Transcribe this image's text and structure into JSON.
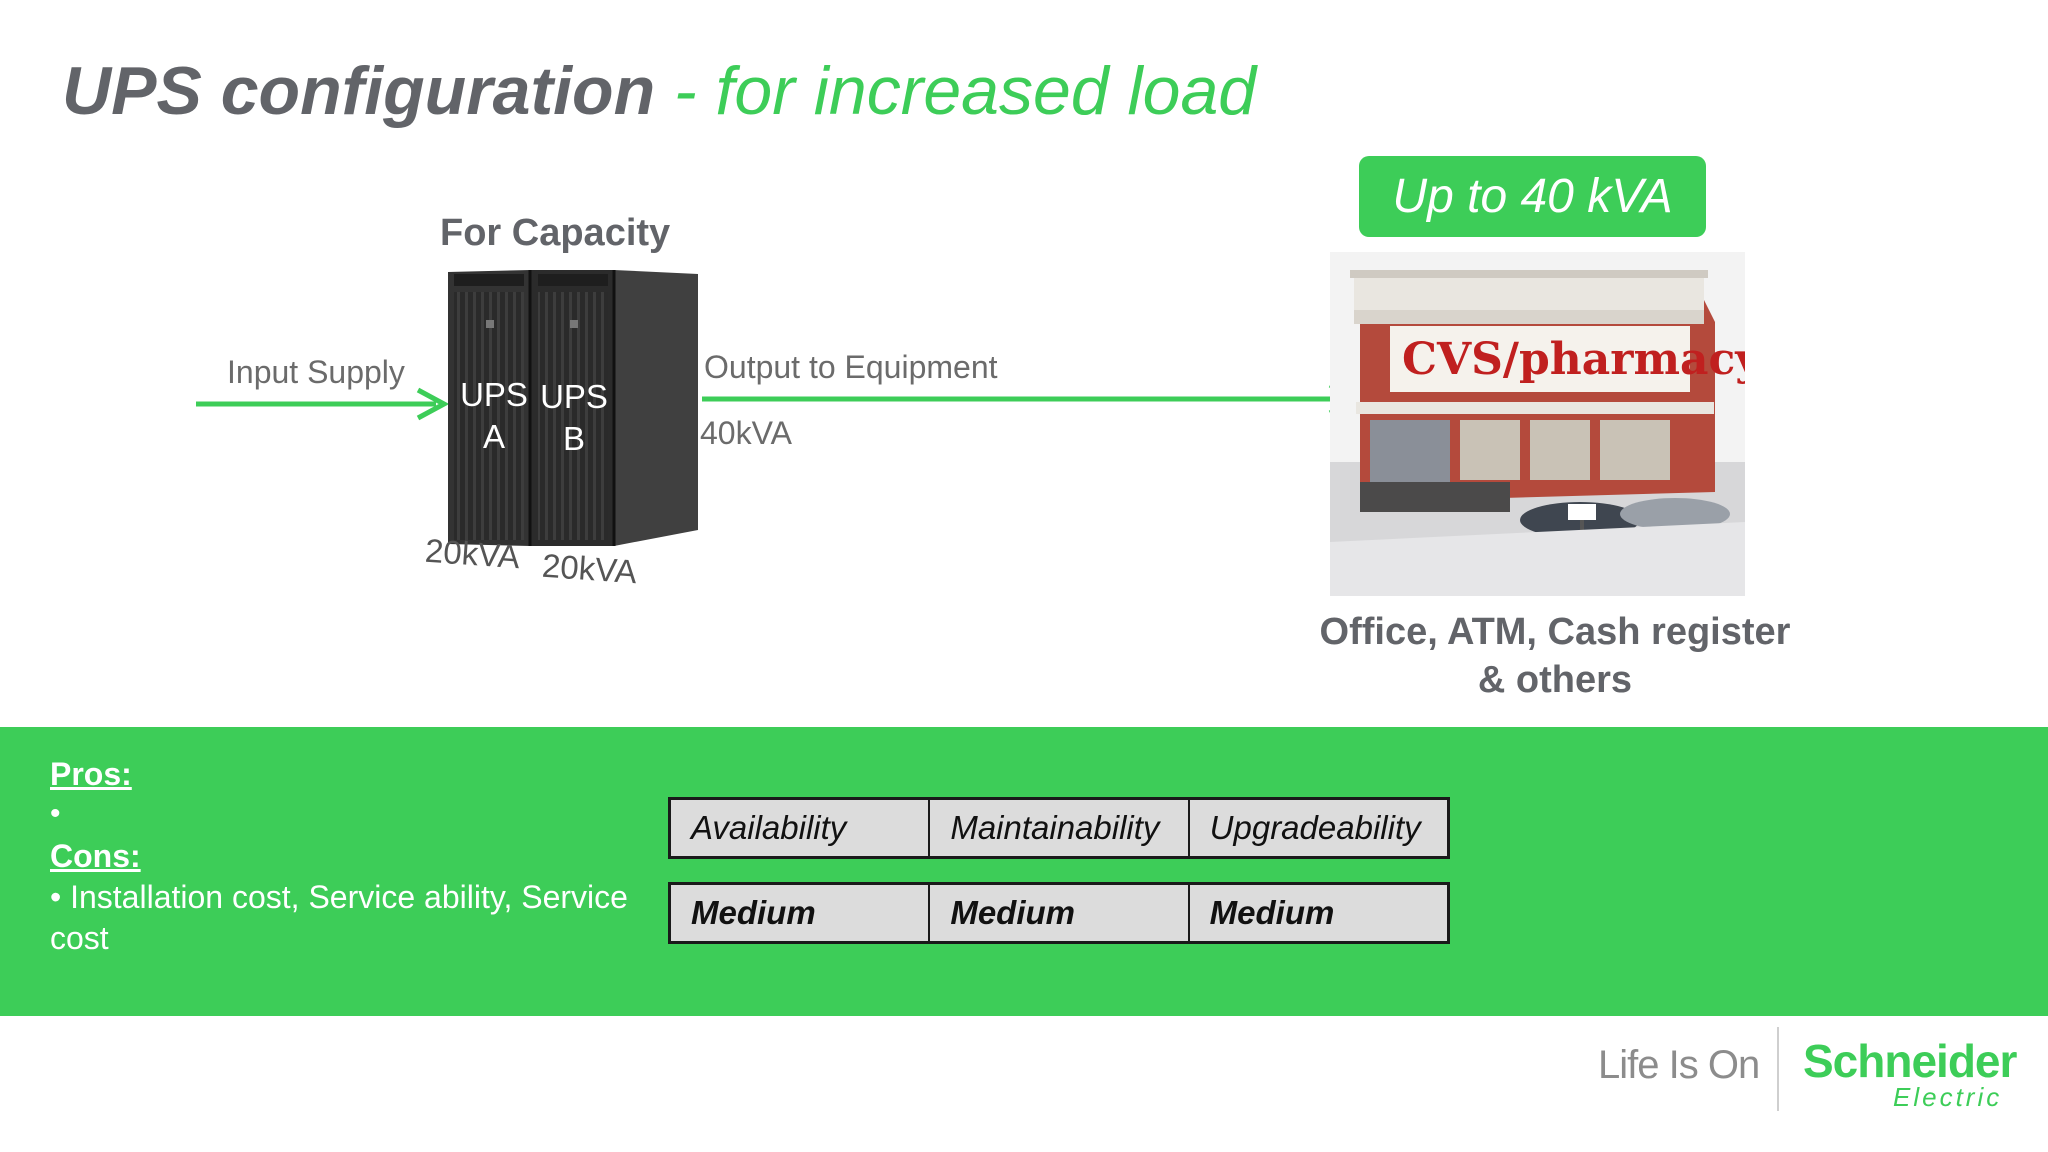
{
  "title": {
    "main": "UPS configuration",
    "sub": " - for increased load"
  },
  "diagram": {
    "for_capacity": "For Capacity",
    "input_supply": "Input Supply",
    "output_to_equipment": "Output to Equipment",
    "output_kva": "40kVA",
    "ups_a_line1": "UPS",
    "ups_a_line2": "A",
    "ups_b_line1": "UPS",
    "ups_b_line2": "B",
    "ups_a_rating": "20kVA",
    "ups_b_rating": "20kVA",
    "capacity_badge": "Up to 40 kVA",
    "store_sign": "CVS/pharmacy",
    "load_line1": "Office, ATM, Cash register",
    "load_line2": "& others"
  },
  "summary": {
    "pros_heading": "Pros:",
    "pros_bullet": "•",
    "cons_heading": "Cons:",
    "cons_text": "• Installation cost, Service ability, Service cost"
  },
  "ratings_table": {
    "headers": [
      "Availability",
      "Maintainability",
      "Upgradeability"
    ],
    "values": [
      "Medium",
      "Medium",
      "Medium"
    ]
  },
  "footer": {
    "tagline": "Life Is On",
    "brand_line1": "Schneider",
    "brand_line2": "Electric"
  },
  "colors": {
    "accent_green": "#3dcd58",
    "title_gray": "#626469"
  }
}
